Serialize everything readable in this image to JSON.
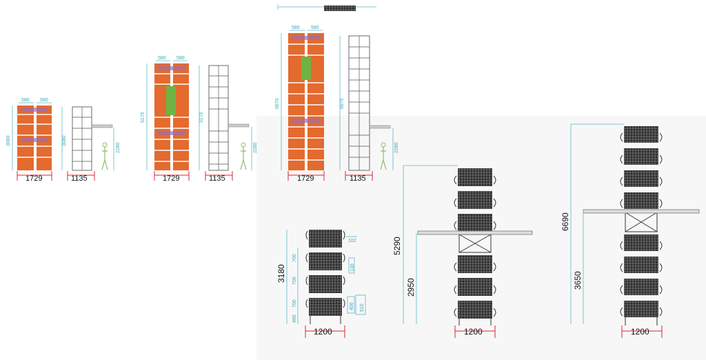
{
  "colors": {
    "cage_fill": "#e46a2e",
    "cage_line": "#ffffff",
    "accent_green": "#6fb443",
    "dimension": "#5bb6c4",
    "width_marker": "#e0232b",
    "tier_fill": "#2b2b2b"
  },
  "top_left": {
    "small": {
      "front_width": "1729",
      "side_width": "1135",
      "height_front": "3080",
      "height_side": "3080",
      "walk_height": "2280",
      "top_a": "580",
      "top_b": "580"
    },
    "medium": {
      "front_width": "1729",
      "side_width": "1135",
      "height_front": "5170",
      "height_side": "5170",
      "walk_height": "2280",
      "top_a": "580",
      "top_b": "580"
    },
    "large": {
      "front_width": "1729",
      "side_width": "1135",
      "height_front": "6670",
      "height_side": "6670",
      "walk_height": "2280",
      "top_a": "580",
      "top_b": "580"
    }
  },
  "bottom": {
    "stack4": {
      "total": "3180",
      "tier_1": "700",
      "tier_2": "700",
      "tier_3": "700",
      "base": "480",
      "top_gap": "102",
      "mid_gap": "130",
      "low_a": "456",
      "low_b": "510",
      "width": "1200"
    },
    "stack6": {
      "total": "5290",
      "walkway": "2950",
      "width": "1200"
    },
    "stack8": {
      "total": "6690",
      "walkway": "3650",
      "width": "1200"
    }
  }
}
